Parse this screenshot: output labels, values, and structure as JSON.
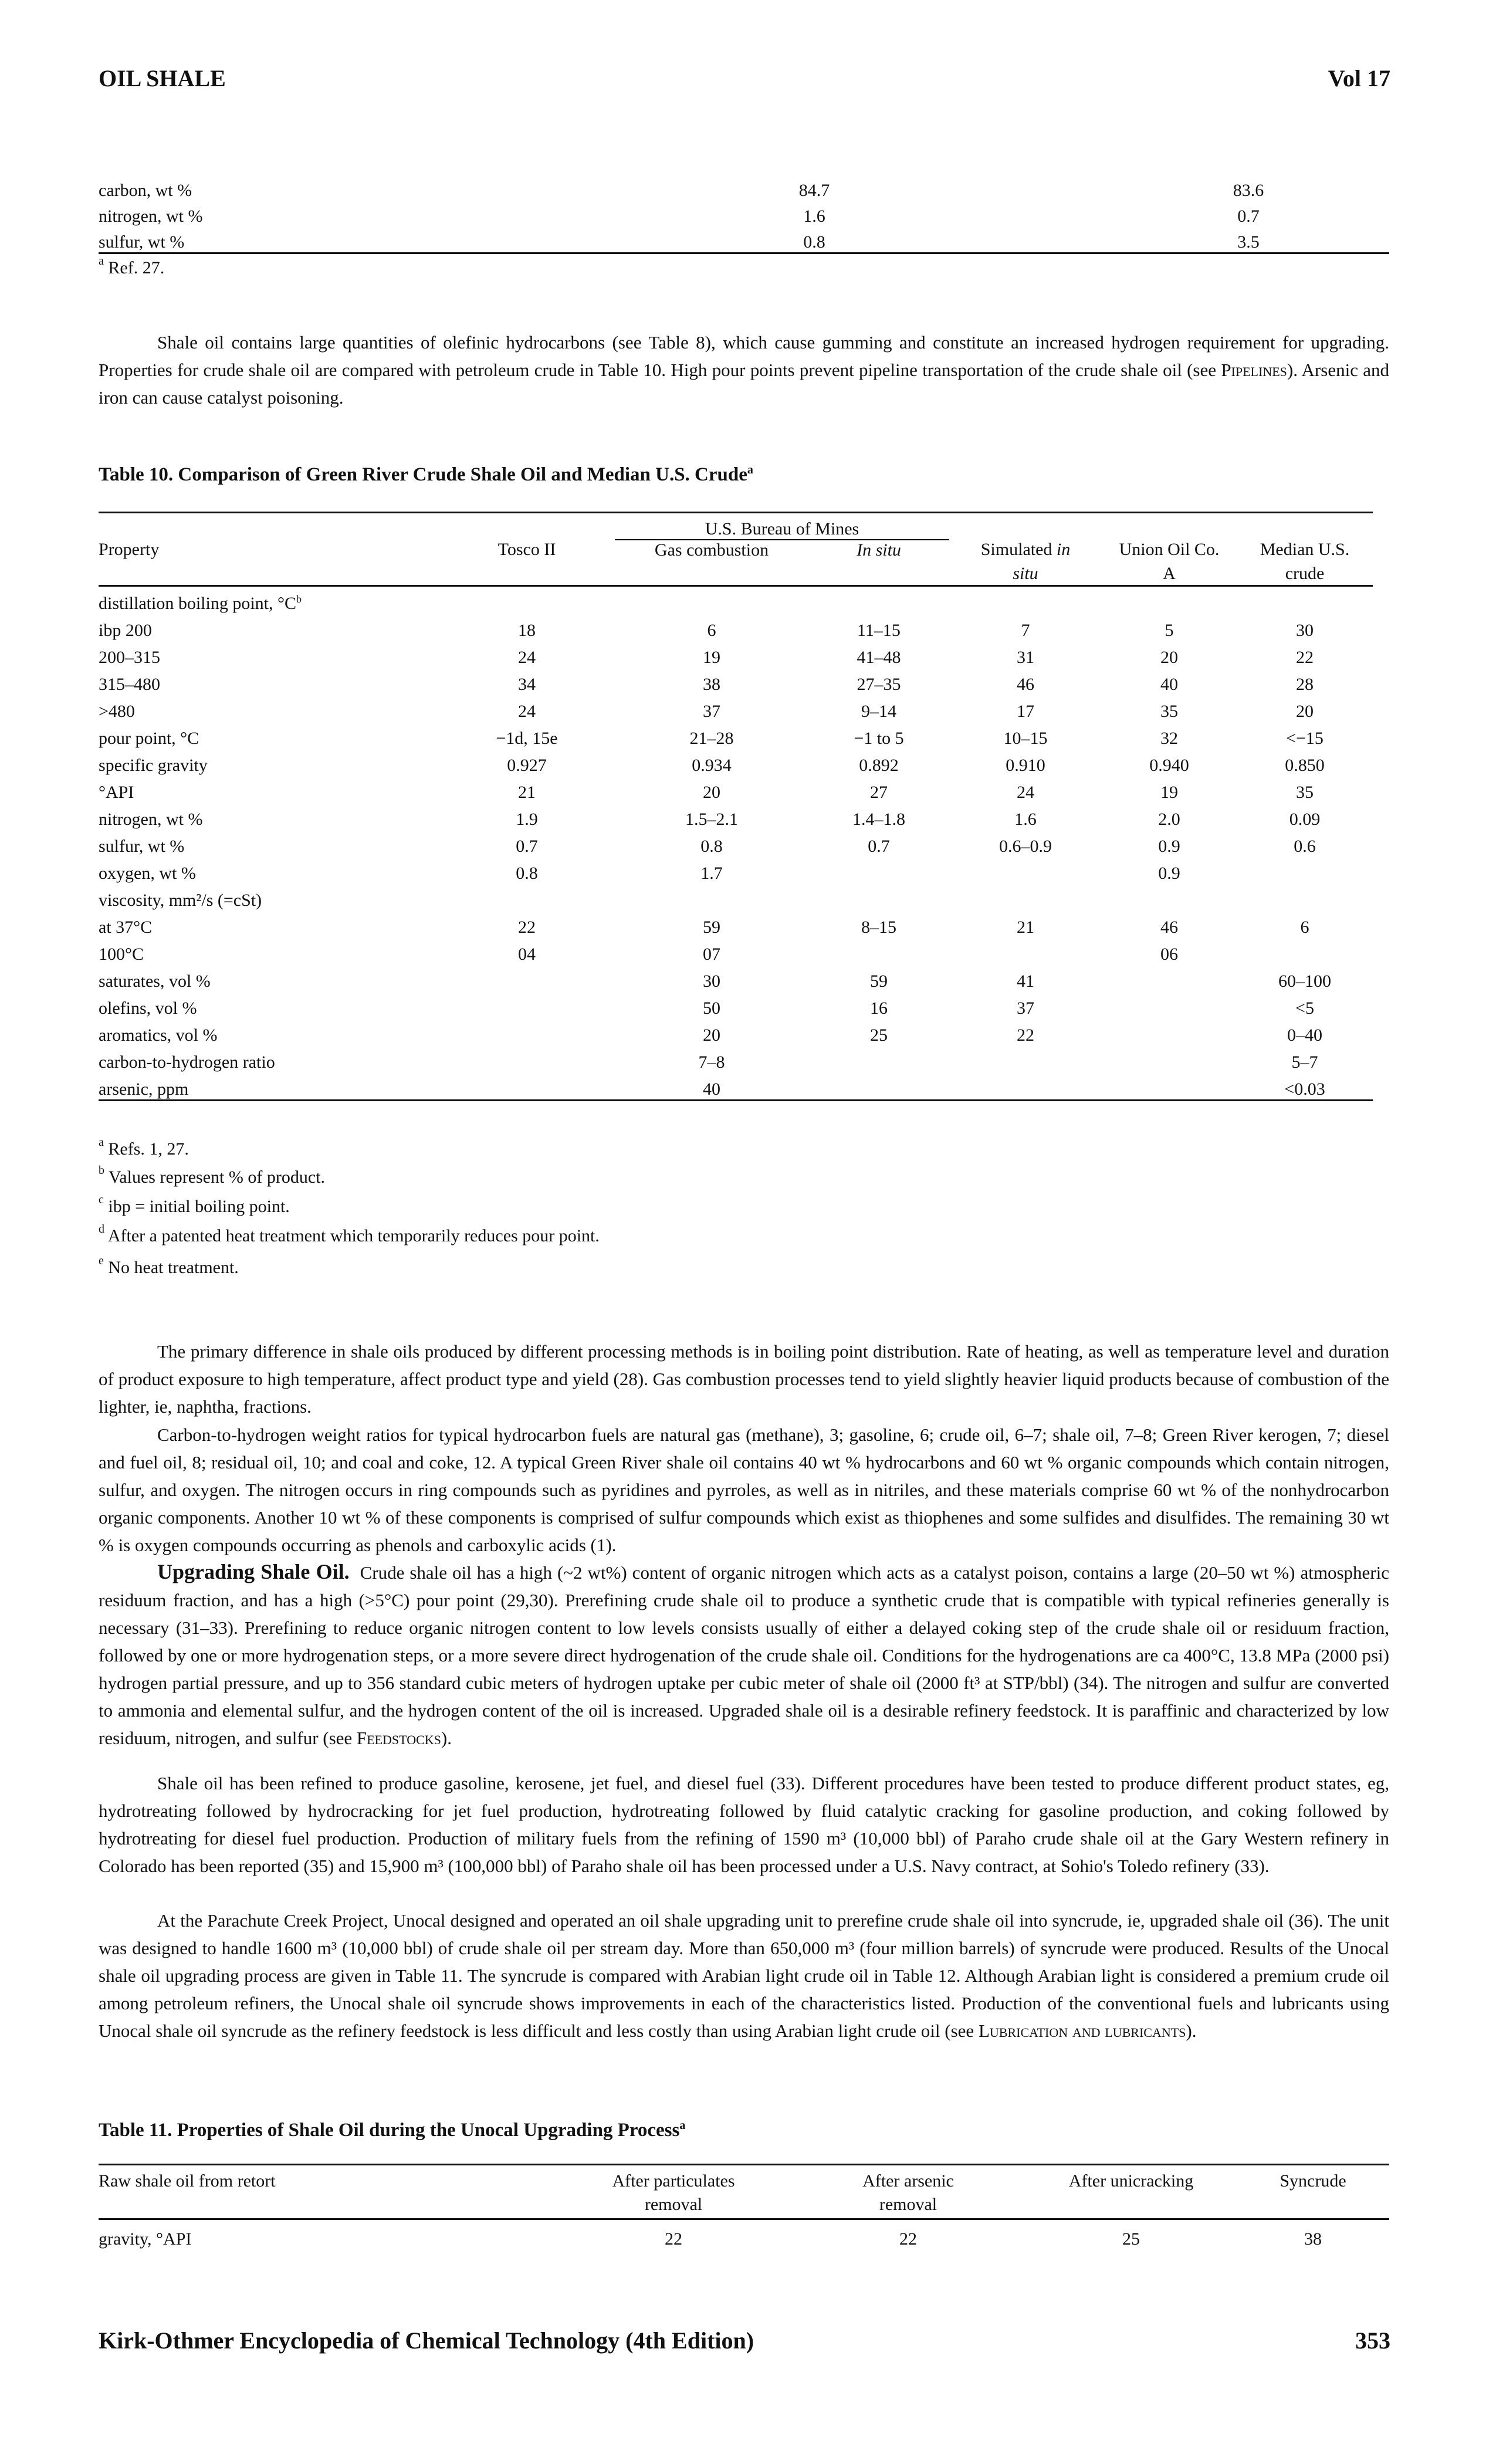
{
  "header": {
    "left": "OIL SHALE",
    "right": "Vol 17"
  },
  "table9_tail": {
    "rows": [
      {
        "property": "carbon, wt %",
        "v1": "84.7",
        "v2": "83.6"
      },
      {
        "property": "nitrogen, wt %",
        "v1": "1.6",
        "v2": "0.7"
      },
      {
        "property": "sulfur, wt %",
        "v1": "0.8",
        "v2": "3.5"
      }
    ],
    "footnote_mark": "a",
    "footnote": "Ref. 27."
  },
  "para1": {
    "a": "Shale oil contains large quantities of olefinic hydrocarbons (see Table 8), which cause gumming and constitute an increased hydrogen requirement for upgrading. Properties for crude shale oil are compared with petroleum crude in Table 10. High pour points prevent pipeline transportation of the crude shale oil (see ",
    "link": "Pipelines",
    "b": "). Arsenic and iron can cause catalyst poisoning."
  },
  "table10": {
    "caption": "Table 10. Comparison of Green River Crude Shale Oil and Median U.S. Crude",
    "caption_mark": "a",
    "bom_header": "U.S. Bureau of Mines",
    "col_property": "Property",
    "col_tosco": "Tosco II",
    "col_gas": "Gas combustion",
    "col_insitu": "In situ",
    "col_sim_1": "Simulated",
    "col_sim_in": "in",
    "col_sim_2": "situ",
    "col_union_1": "Union Oil Co.",
    "col_union_2": "A",
    "col_median_1": "Median U.S.",
    "col_median_2": "crude",
    "rows": [
      {
        "p": "distillation boiling point, °C",
        "pm": "b",
        "c": [
          "",
          "",
          "",
          "",
          "",
          ""
        ]
      },
      {
        "p": "ibp 200",
        "c": [
          "18",
          "6",
          "11–15",
          "7",
          "5",
          "30"
        ]
      },
      {
        "p": "200–315",
        "c": [
          "24",
          "19",
          "41–48",
          "31",
          "20",
          "22"
        ]
      },
      {
        "p": "315–480",
        "c": [
          "34",
          "38",
          "27–35",
          "46",
          "40",
          "28"
        ]
      },
      {
        "p": ">480",
        "c": [
          "24",
          "37",
          "9–14",
          "17",
          "35",
          "20"
        ]
      },
      {
        "p": "pour point, °C",
        "c": [
          "−1d, 15e",
          "21–28",
          "−1 to 5",
          "10–15",
          "32",
          "<−15"
        ]
      },
      {
        "p": "specific gravity",
        "c": [
          "0.927",
          "0.934",
          "0.892",
          "0.910",
          "0.940",
          "0.850"
        ]
      },
      {
        "p": "°API",
        "c": [
          "21",
          "20",
          "27",
          "24",
          "19",
          "35"
        ]
      },
      {
        "p": "nitrogen, wt %",
        "c": [
          "1.9",
          "1.5–2.1",
          "1.4–1.8",
          "1.6",
          "2.0",
          "0.09"
        ]
      },
      {
        "p": "sulfur, wt %",
        "c": [
          "0.7",
          "0.8",
          "0.7",
          "0.6–0.9",
          "0.9",
          "0.6"
        ]
      },
      {
        "p": "oxygen, wt %",
        "c": [
          "0.8",
          "1.7",
          "",
          "",
          "0.9",
          ""
        ]
      },
      {
        "p": "viscosity, mm²/s (=cSt)",
        "c": [
          "",
          "",
          "",
          "",
          "",
          ""
        ]
      },
      {
        "p": "at 37°C",
        "c": [
          "22",
          "59",
          "8–15",
          "21",
          "46",
          "6"
        ]
      },
      {
        "p": "100°C",
        "c": [
          "04",
          "07",
          "",
          "",
          "06",
          ""
        ]
      },
      {
        "p": "saturates, vol %",
        "c": [
          "",
          "30",
          "59",
          "41",
          "",
          "60–100"
        ]
      },
      {
        "p": "olefins, vol %",
        "c": [
          "",
          "50",
          "16",
          "37",
          "",
          "<5"
        ]
      },
      {
        "p": "aromatics, vol %",
        "c": [
          "",
          "20",
          "25",
          "22",
          "",
          "0–40"
        ]
      },
      {
        "p": "carbon-to-hydrogen ratio",
        "c": [
          "",
          "7–8",
          "",
          "",
          "",
          "5–7"
        ]
      },
      {
        "p": "arsenic, ppm",
        "c": [
          "",
          "40",
          "",
          "",
          "",
          "<0.03"
        ]
      }
    ],
    "footnotes": [
      {
        "mark": "a",
        "text": "Refs. 1, 27."
      },
      {
        "mark": "b",
        "text": "Values represent % of product."
      },
      {
        "mark": "c",
        "text": "ibp = initial boiling point."
      },
      {
        "mark": "d",
        "text": "After a patented heat treatment which temporarily reduces pour point."
      },
      {
        "mark": "e",
        "text": "No heat treatment."
      }
    ]
  },
  "para2": "The primary difference in shale oils produced by different processing methods is in boiling point distribution. Rate of heating, as well as temperature level and duration of product exposure to high temperature, affect product type and yield (28). Gas combustion processes tend to yield slightly heavier liquid products because of combustion of the lighter, ie, naphtha, fractions.",
  "para3": "Carbon-to-hydrogen weight ratios for typical hydrocarbon fuels are natural gas (methane), 3; gasoline, 6; crude oil, 6–7; shale oil, 7–8; Green River kerogen, 7; diesel and fuel oil, 8; residual oil, 10; and coal and coke, 12. A typical Green River shale oil contains 40 wt % hydrocarbons and 60 wt % organic compounds which contain nitrogen, sulfur, and oxygen. The nitrogen occurs in ring compounds such as pyridines and pyrroles, as well as in nitriles, and these materials comprise 60 wt % of the nonhydrocarbon organic components. Another 10 wt % of these components is comprised of sulfur compounds which exist as thiophenes and some sulfides and disulfides. The remaining 30 wt % is oxygen compounds occurring as phenols and carboxylic acids (1).",
  "para4": {
    "heading": "Upgrading Shale Oil.",
    "a": "Crude shale oil has a high (~2 wt%) content of organic nitrogen which acts as a catalyst poison, contains a large (20–50 wt %) atmospheric residuum fraction, and has a high (>5°C) pour point (29,30). Prerefining crude shale oil to produce a synthetic crude that is compatible with typical refineries generally is necessary (31–33). Prerefining to reduce organic nitrogen content to low levels consists usually of either a delayed coking step of the crude shale oil or residuum fraction, followed by one or more hydrogenation steps, or a more severe direct hydrogenation of the crude shale oil. Conditions for the hydrogenations are ca 400°C, 13.8 MPa (2000 psi) hydrogen partial pressure, and up to 356 standard cubic meters of hydrogen uptake per cubic meter of shale oil (2000 ft³ at STP/bbl) (34). The nitrogen and sulfur are converted to ammonia and elemental sulfur, and the hydrogen content of the oil is increased. Upgraded shale oil is a desirable refinery feedstock. It is paraffinic and characterized by low residuum, nitrogen, and sulfur (see ",
    "link": "Feedstocks",
    "b": ")."
  },
  "para5": "Shale oil has been refined to produce gasoline, kerosene, jet fuel, and diesel fuel (33). Different procedures have been tested to produce different product states, eg, hydrotreating followed by hydrocracking for jet fuel production, hydrotreating followed by fluid catalytic cracking for gasoline production, and coking followed by hydrotreating for diesel fuel production. Production of military fuels from the refining of 1590 m³ (10,000 bbl) of Paraho crude shale oil at the Gary Western refinery in Colorado has been reported (35) and 15,900 m³ (100,000 bbl) of Paraho shale oil has been processed under a U.S. Navy contract, at Sohio's Toledo refinery (33).",
  "para6": {
    "a": "At the Parachute Creek Project, Unocal designed and operated an oil shale upgrading unit to prerefine crude shale oil into syncrude, ie, upgraded shale oil (36). The unit was designed to handle 1600 m³ (10,000 bbl) of crude shale oil per stream day. More than 650,000 m³ (four million barrels) of syncrude were produced. Results of the Unocal shale oil upgrading process are given in Table 11. The syncrude is compared with Arabian light crude oil in Table 12. Although Arabian light is considered a premium crude oil among petroleum refiners, the Unocal shale oil syncrude shows improvements in each of the characteristics listed. Production of the conventional fuels and lubricants using Unocal shale oil syncrude as the refinery feedstock is less difficult and less costly than using Arabian light crude oil (see ",
    "link": "Lubrication and lubricants",
    "b": ")."
  },
  "table11": {
    "caption": "Table 11. Properties of Shale Oil during the Unocal Upgrading Process",
    "caption_mark": "a",
    "h_raw": "Raw shale oil from retort",
    "h_part_1": "After particulates",
    "h_part_2": "removal",
    "h_ars_1": "After arsenic",
    "h_ars_2": "removal",
    "h_uni": "After unicracking",
    "h_syn": "Syncrude",
    "row": {
      "p": "gravity, °API",
      "c": [
        "22",
        "22",
        "25",
        "38"
      ]
    }
  },
  "footer": {
    "left": "Kirk-Othmer Encyclopedia of Chemical Technology (4th Edition)",
    "right": "353"
  }
}
